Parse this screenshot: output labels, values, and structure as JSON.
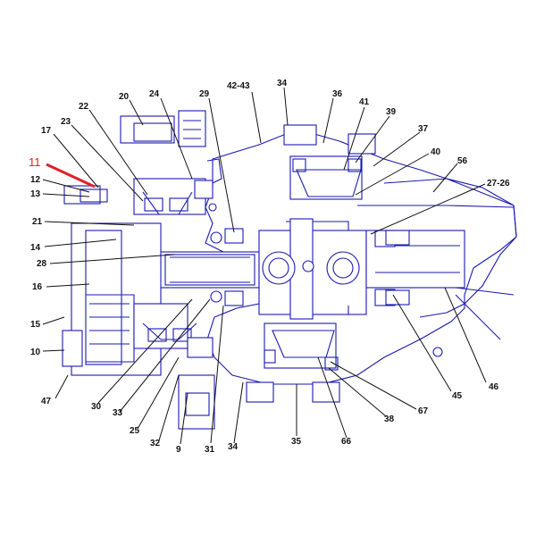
{
  "highlight": {
    "label": "11",
    "color": "#e0202a"
  },
  "line_color": "#1a1ab0",
  "labels": {
    "l20": "20",
    "l24": "24",
    "l29": "29",
    "l42_43": "42-43",
    "l34_top": "34",
    "l36": "36",
    "l41": "41",
    "l39": "39",
    "l37": "37",
    "l40": "40",
    "l56": "56",
    "l22": "22",
    "l23": "23",
    "l17": "17",
    "l12": "12",
    "l13": "13",
    "l21": "21",
    "l14": "14",
    "l28": "28",
    "l16": "16",
    "l15": "15",
    "l10": "10",
    "l47": "47",
    "l27_26": "27-26",
    "l45": "45",
    "l46": "46",
    "l67": "67",
    "l38": "38",
    "l66": "66",
    "l35": "35",
    "l34_bot": "34",
    "l31": "31",
    "l9": "9",
    "l32": "32",
    "l25": "25",
    "l33": "33",
    "l30": "30"
  }
}
